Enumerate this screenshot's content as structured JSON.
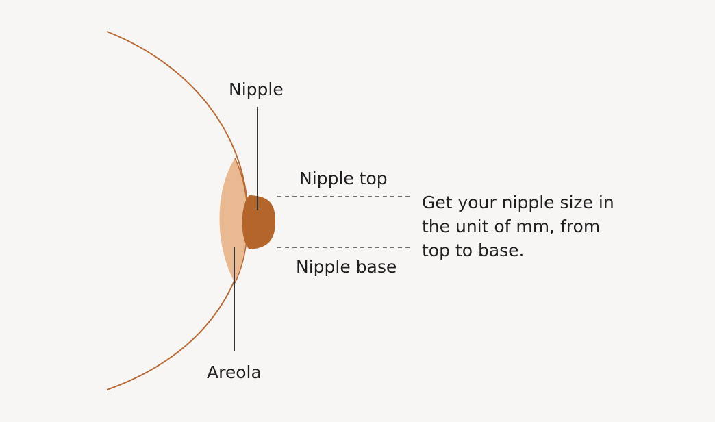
{
  "labels": {
    "nipple": "Nipple",
    "nipple_top": "Nipple top",
    "nipple_base": "Nipple base",
    "areola": "Areola"
  },
  "instruction": {
    "line1": "Get your nipple size in",
    "line2": "the unit of mm, from",
    "line3": "top to base."
  },
  "colors": {
    "background": "#f8f6f4",
    "breast_outline": "#b86a36",
    "areola_fill": "#e9b992",
    "nipple_fill": "#b4652c",
    "leader_line": "#333333",
    "dashed_line": "#444444"
  }
}
